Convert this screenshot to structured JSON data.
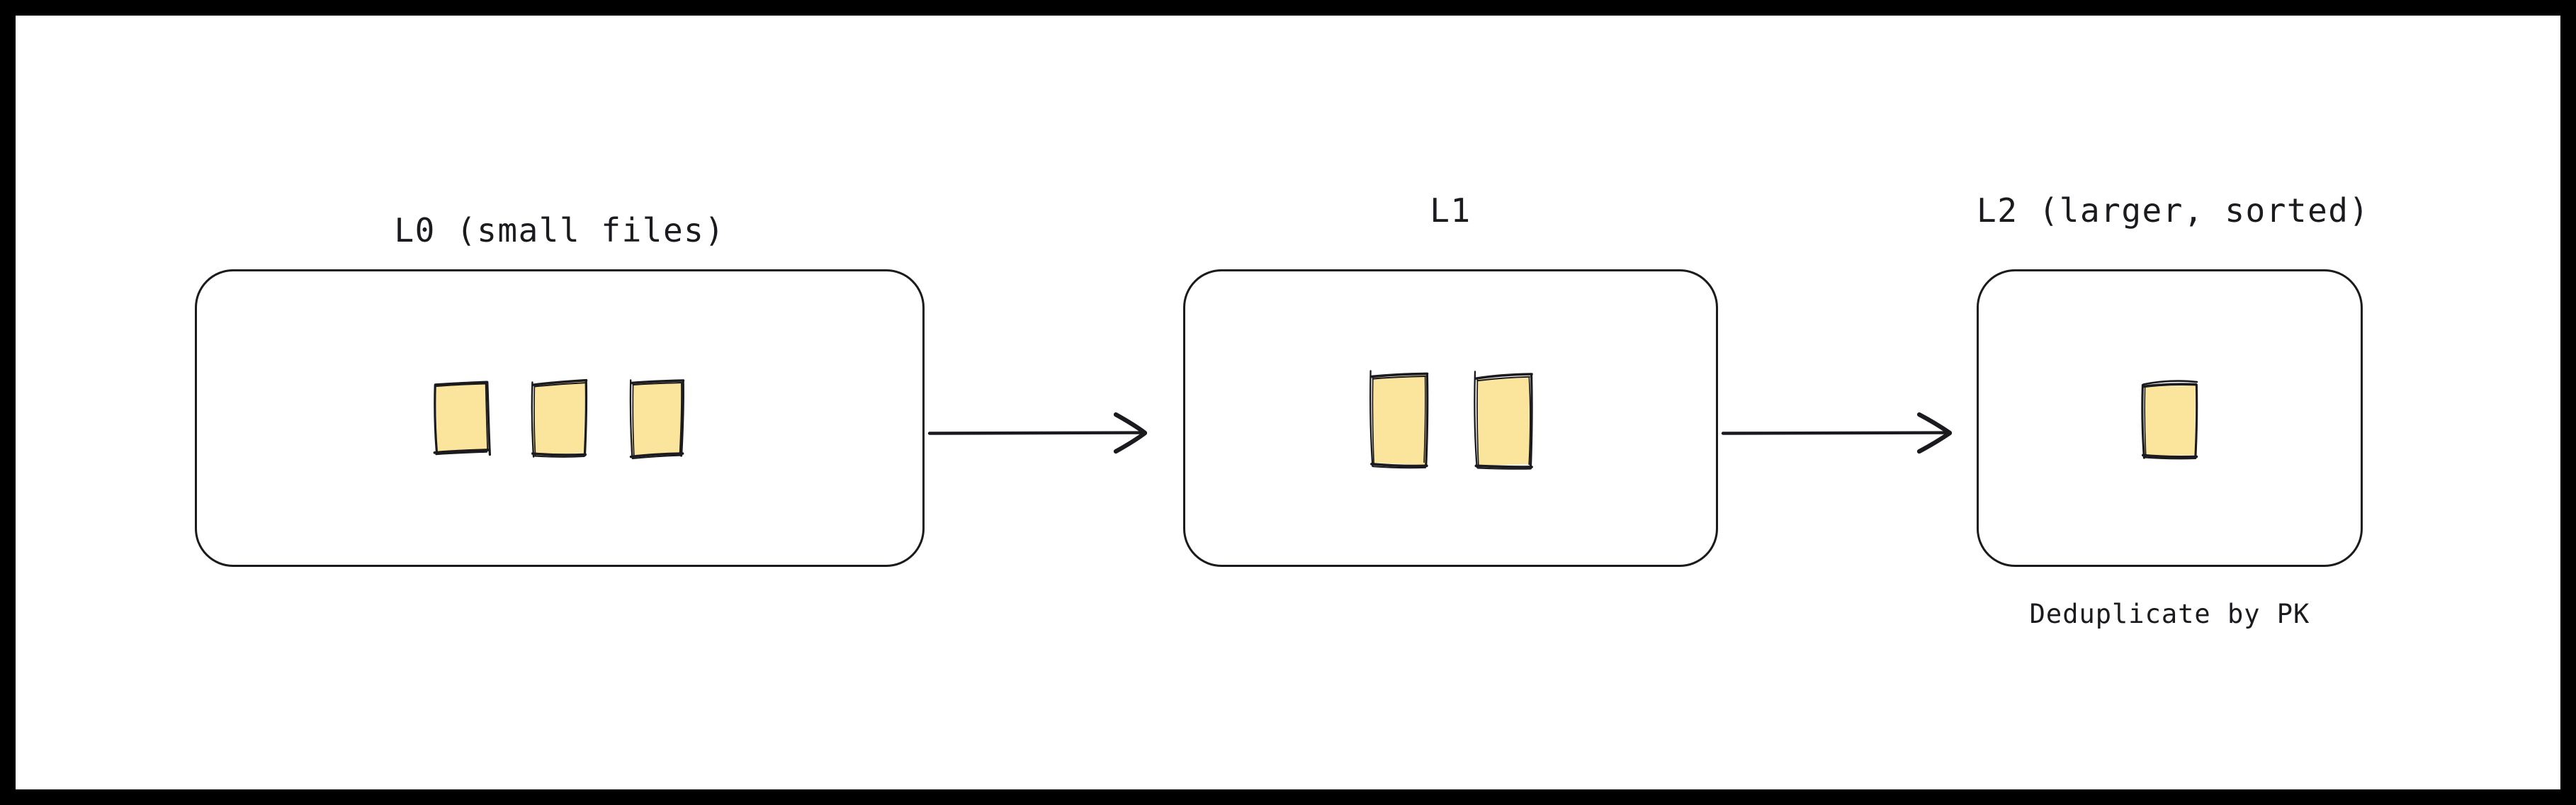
{
  "diagram": {
    "title_hidden": "",
    "background_color": "#ffffff",
    "frame_color": "#000000",
    "stroke_color": "#1b1b1f",
    "file_fill_color": "#fbe49b",
    "levels": [
      {
        "id": "l0",
        "label": "L0 (small files)",
        "file_count": 3,
        "note": ""
      },
      {
        "id": "l1",
        "label": "L1",
        "file_count": 2,
        "note": ""
      },
      {
        "id": "l2",
        "label": "L2 (larger, sorted)",
        "file_count": 1,
        "note": "Deduplicate by PK"
      }
    ],
    "arrows": [
      {
        "id": "arrow-l0-l1",
        "from": "l0",
        "to": "l1",
        "label": ""
      },
      {
        "id": "arrow-l1-l2",
        "from": "l1",
        "to": "l2",
        "label": ""
      }
    ]
  }
}
